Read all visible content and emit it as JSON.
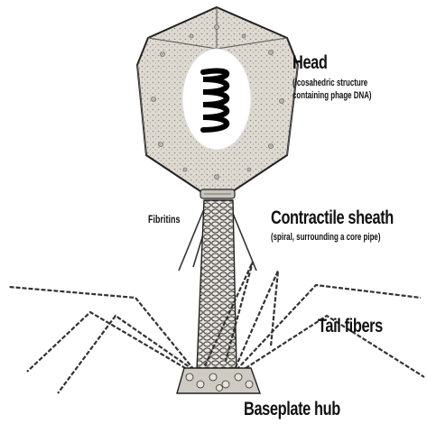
{
  "labels": {
    "head": {
      "title": "Head",
      "desc_line1": "(icosahedric structure",
      "desc_line2": "containing phage DNA)"
    },
    "fibritins": "Fibritins",
    "contractile_sheath": {
      "title": "Contractile sheath",
      "desc": "(spiral, surrounding a core pipe)"
    },
    "tail_fibers": "Tail fibers",
    "baseplate_hub": "Baseplate hub"
  },
  "colors": {
    "head_fill": "#dedad2",
    "outline": "#222222",
    "dna_fill": "#ffffff",
    "dna_coil": "#000000"
  }
}
